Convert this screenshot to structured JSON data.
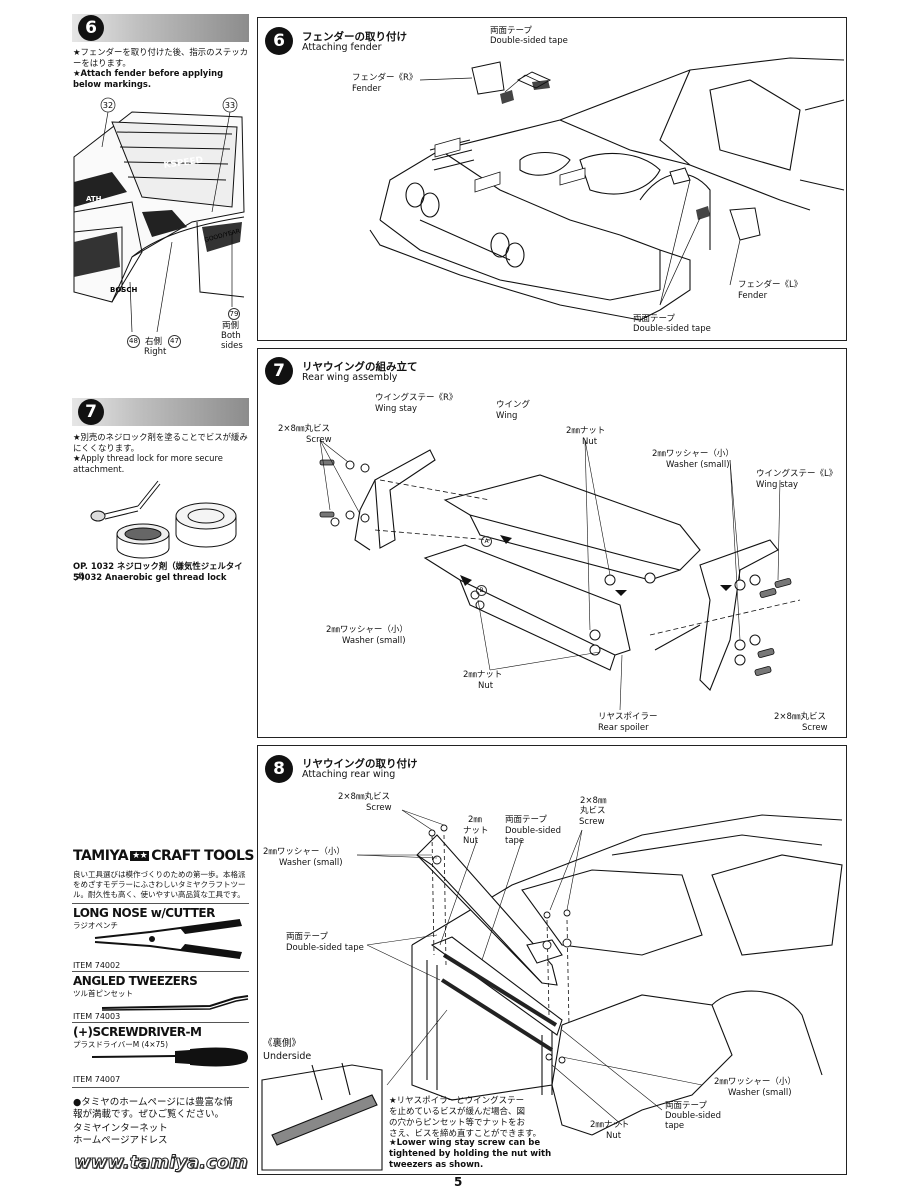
{
  "page_number": "5",
  "step6_left": {
    "number": "6",
    "note_jp": "★フェンダーを取り付けた後、指示のステッカーをはります。",
    "note_en": "★Attach fender before applying below markings.",
    "stickers": {
      "s32": "32",
      "s33": "33",
      "s79": "79",
      "s48": "48",
      "s47": "47",
      "right_jp": "右側",
      "right_en": "Right",
      "both_jp": "両側",
      "both_en_1": "Both",
      "both_en_2": "sides"
    },
    "car_text": {
      "kspeed": "KSPEED",
      "goodyear": "GOOD/YEAR",
      "bosch": "BOSCH",
      "ath": "ATH"
    }
  },
  "step7_left": {
    "number": "7",
    "note_jp": "★別売のネジロック剤を塗ることでビスが緩みにくくなります。",
    "note_en": "★Apply thread lock for more secure attachment.",
    "product_line1": "OP. 1032 ネジロック剤（嫌気性ジェルタイプ）",
    "product_line2": "54032 Anaerobic gel thread lock"
  },
  "craft_tools": {
    "brand": "TAMIYA",
    "title": "CRAFT TOOLS",
    "desc_jp": "良い工具選びは模作づくりのための第一歩。本格派をめざすモデラーにふさわしいタミヤクラフトツール。耐久性も高く、使いやすい高品質な工具です。",
    "tools": [
      {
        "name": "LONG NOSE w/CUTTER",
        "jp": "ラジオペンチ",
        "item": "ITEM 74002"
      },
      {
        "name": "ANGLED TWEEZERS",
        "jp": "ツル首ピンセット",
        "item": "ITEM 74003"
      },
      {
        "name": "(+)SCREWDRIVER-M",
        "jp": "プラスドライバーM (4×75)",
        "item": "ITEM 74007"
      }
    ],
    "homepage_jp_1": "●タミヤのホームページには豊富な情",
    "homepage_jp_2": "報が満載です。ぜひご覧ください。",
    "homepage_jp_3": "タミヤインターネット",
    "homepage_jp_4": "ホームページアドレス",
    "url": "www.tamiya.com"
  },
  "step6": {
    "number": "6",
    "title_jp": "フェンダーの取り付け",
    "title_en": "Attaching fender",
    "labels": {
      "tape_top_jp": "両面テープ",
      "tape_top_en": "Double-sided tape",
      "fender_r_jp": "フェンダー《R》",
      "fender_r_en": "Fender",
      "fender_l_jp": "フェンダー《L》",
      "fender_l_en": "Fender",
      "tape_bottom_jp": "両面テープ",
      "tape_bottom_en": "Double-sided tape"
    }
  },
  "step7": {
    "number": "7",
    "title_jp": "リヤウイングの組み立て",
    "title_en": "Rear wing assembly",
    "labels": {
      "stay_r_jp": "ウイングステー《R》",
      "stay_r_en": "Wing stay",
      "wing_jp": "ウイング",
      "wing_en": "Wing",
      "screw_left_jp": "2×8㎜丸ビス",
      "screw_left_en": "Screw",
      "nut_top_jp": "2㎜ナット",
      "nut_top_en": "Nut",
      "washer_top_jp": "2㎜ワッシャー（小）",
      "washer_top_en": "Washer (small)",
      "stay_l_jp": "ウイングステー《L》",
      "stay_l_en": "Wing stay",
      "washer_left_jp": "2㎜ワッシャー（小）",
      "washer_left_en": "Washer (small)",
      "nut_bottom_jp": "2㎜ナット",
      "nut_bottom_en": "Nut",
      "spoiler_jp": "リヤスポイラー",
      "spoiler_en": "Rear spoiler",
      "screw_right_jp": "2×8㎜丸ビス",
      "screw_right_en": "Screw",
      "badge_a": "A",
      "badge_b": "B"
    }
  },
  "step8": {
    "number": "8",
    "title_jp": "リヤウイングの取り付け",
    "title_en": "Attaching rear wing",
    "labels": {
      "screw_top_jp": "2×8㎜丸ビス",
      "screw_top_en": "Screw",
      "nut_top_jp_1": "2㎜",
      "nut_top_jp_2": "ナット",
      "nut_top_en": "Nut",
      "tape_top_jp": "両面テープ",
      "tape_top_en_1": "Double-sided",
      "tape_top_en_2": "tape",
      "screw_right_jp_1": "2×8㎜",
      "screw_right_jp_2": "丸ビス",
      "screw_right_en": "Screw",
      "washer_left_jp": "2㎜ワッシャー（小）",
      "washer_left_en": "Washer (small)",
      "tape_left_jp": "両面テープ",
      "tape_left_en": "Double-sided tape",
      "underside_jp": "《裏側》",
      "underside_en": "Underside",
      "note_jp_1": "★リヤスポイラーとウイングステー",
      "note_jp_2": "を止めているビスが緩んだ場合、図",
      "note_jp_3": "の穴からピンセット等でナットをお",
      "note_jp_4": "さえ、ビスを締め直すことができます。",
      "note_en_1": "★Lower wing stay screw can be",
      "note_en_2": "tightened by holding the nut with",
      "note_en_3": "tweezers as shown.",
      "nut_bottom_jp": "2㎜ナット",
      "nut_bottom_en": "Nut",
      "washer_right_jp": "2㎜ワッシャー（小）",
      "washer_right_en": "Washer (small)",
      "tape_right_jp": "両面テープ",
      "tape_right_en_1": "Double-sided",
      "tape_right_en_2": "tape"
    }
  }
}
